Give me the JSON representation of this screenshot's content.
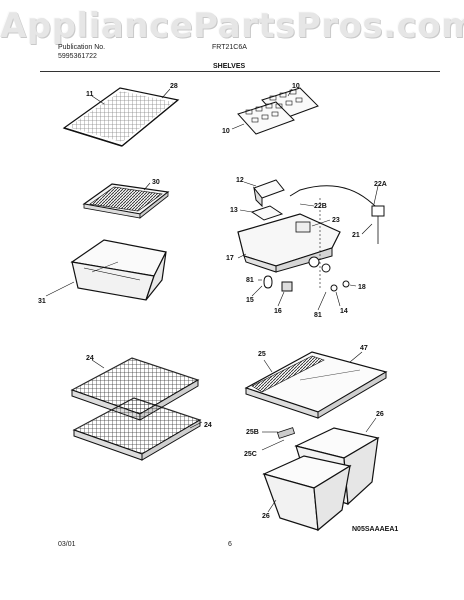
{
  "watermark": "AppliancePartsPros.com",
  "header": {
    "publication_label": "Publication No.",
    "publication_number": "5995361722",
    "model": "FRT21C6A",
    "section_title": "SHELVES"
  },
  "callouts": {
    "c11": "11",
    "c28": "28",
    "c10a": "10",
    "c10b": "10",
    "c30": "30",
    "c31": "31",
    "c12": "12",
    "c13": "13",
    "c22a": "22A",
    "c22b": "22B",
    "c23": "23",
    "c21": "21",
    "c17": "17",
    "c81a": "81",
    "c15": "15",
    "c16": "16",
    "c81b": "81",
    "c14": "14",
    "c18": "18",
    "c24a": "24",
    "c24b": "24",
    "c25": "25",
    "c47": "47",
    "c25b": "25B",
    "c25c": "25C",
    "c26a": "26",
    "c26b": "26"
  },
  "diagram_code": "N05SAAAEA1",
  "footer": {
    "date": "03/01",
    "page": "6"
  }
}
